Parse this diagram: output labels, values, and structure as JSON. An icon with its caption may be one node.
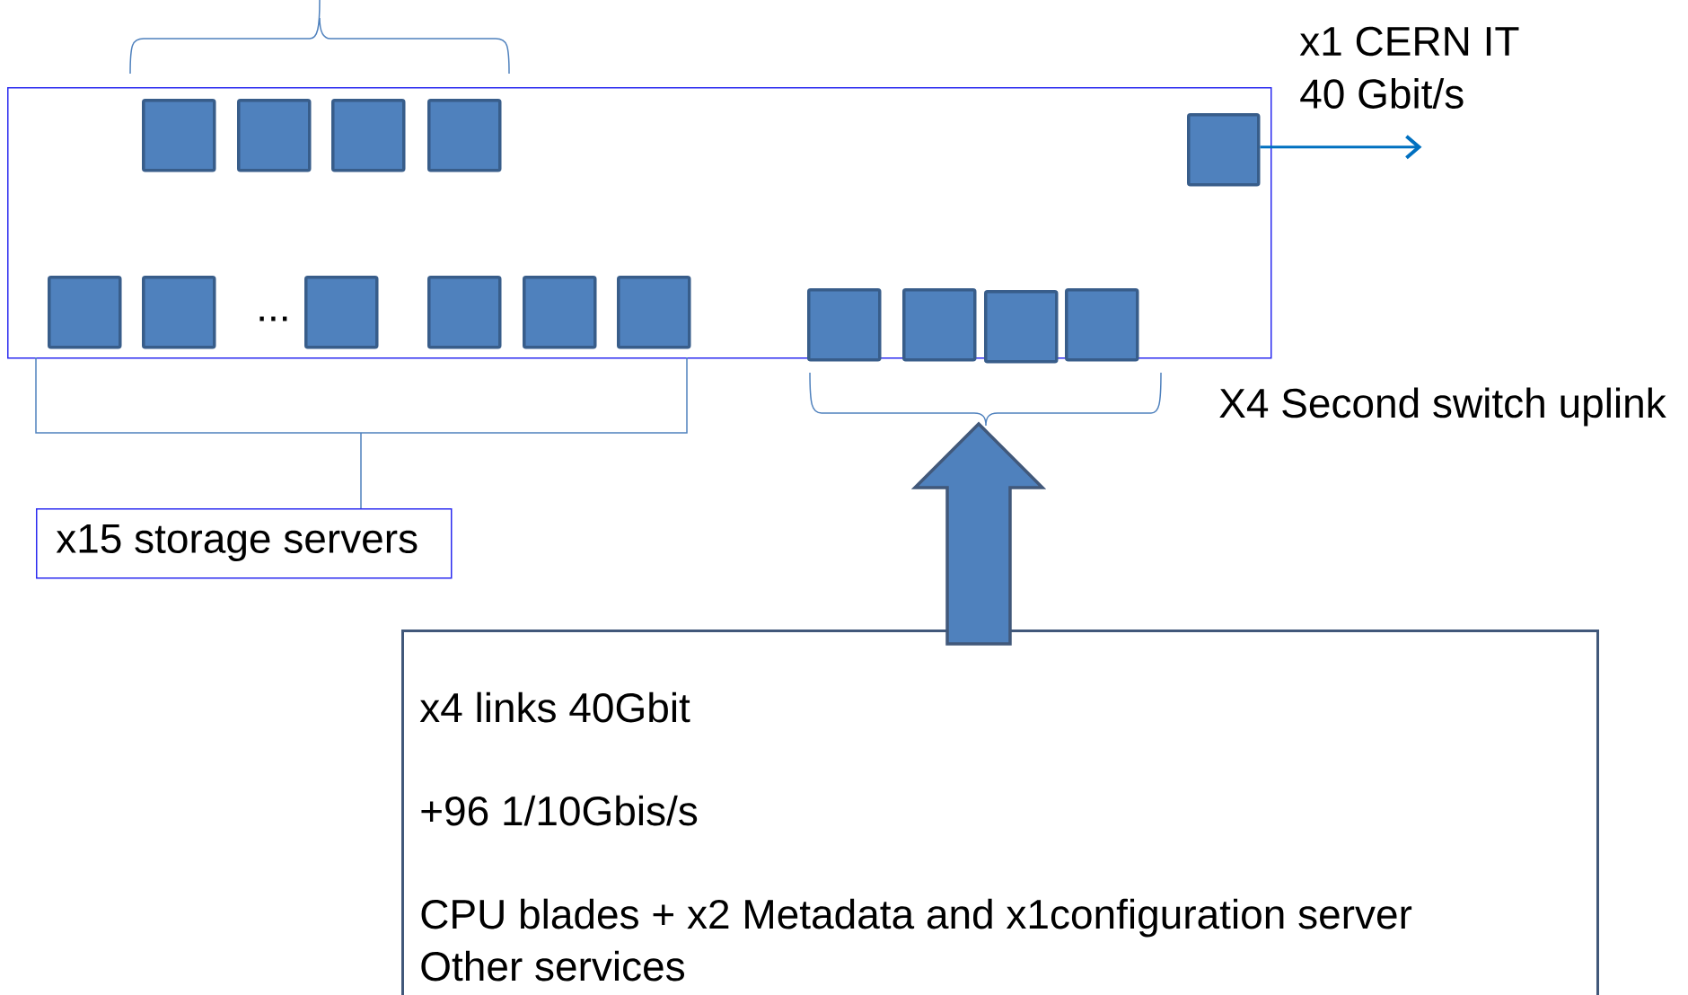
{
  "diagram": {
    "nodes": [
      {
        "text": [],
        "shape": "box"
      },
      {
        "text": [],
        "shape": "box",
        "in": 0
      },
      {
        "text": [],
        "shape": "box",
        "in": 0
      },
      {
        "text": [],
        "shape": "box",
        "in": 0
      },
      {
        "text": [],
        "shape": "box",
        "in": 0
      },
      {
        "text": [],
        "shape": "box",
        "in": 0
      },
      {
        "text": [],
        "shape": "box",
        "in": 0
      },
      {
        "text": [],
        "shape": "box",
        "in": 0
      },
      {
        "text": [],
        "shape": "box",
        "in": 0
      },
      {
        "text": [],
        "shape": "box",
        "in": 0
      },
      {
        "text": [],
        "shape": "box",
        "in": 0
      },
      {
        "text": [],
        "shape": "box",
        "in": 0
      },
      {
        "text": [],
        "shape": "box",
        "in": 0
      },
      {
        "text": [],
        "shape": "box",
        "in": 0
      },
      {
        "text": [],
        "shape": "box",
        "in": 0
      },
      {
        "text": [],
        "shape": "box",
        "in": 0
      },
      {
        "text": [
          "x15 storage servers"
        ]
      },
      {
        "text": [
          "x4 links 40Gbit",
          "+96 1/10Gbis/s",
          "CPU blades + x2 Metadata and x1configuration server",
          "Other services"
        ]
      }
    ],
    "edges": [
      {
        "from": 5,
        "to": null,
        "arrow": "to",
        "color": "#0070c0"
      },
      {
        "from": 16,
        "to": 0,
        "arrow": "none"
      },
      {
        "from": 17,
        "to": null,
        "arrow": "to",
        "style": "thick"
      }
    ],
    "labels": [
      "x1 CERN IT",
      "40 Gbit/s",
      "...",
      "X4 Second switch uplink"
    ]
  }
}
